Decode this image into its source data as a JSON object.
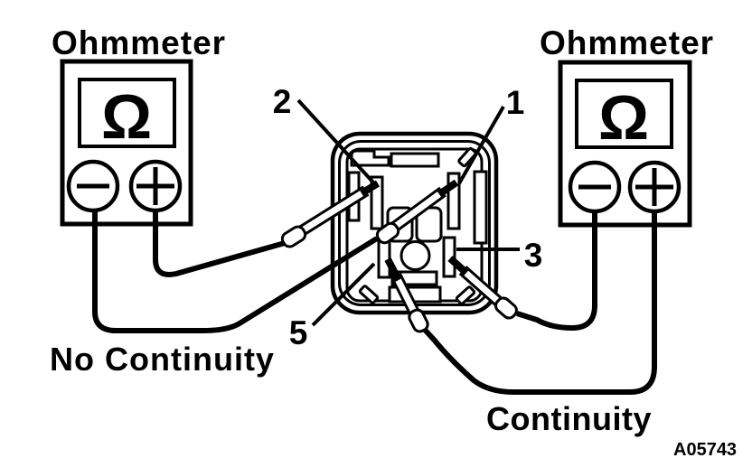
{
  "figure": {
    "code": "A05743",
    "type": "connector-continuity-test-diagram"
  },
  "meters": {
    "left": {
      "title": "Ohmmeter",
      "display_symbol": "Ω",
      "negative_terminal_label": "−",
      "positive_terminal_label": "+",
      "result": "No Continuity"
    },
    "right": {
      "title": "Ohmmeter",
      "display_symbol": "Ω",
      "negative_terminal_label": "−",
      "positive_terminal_label": "+",
      "result": "Continuity"
    }
  },
  "connector": {
    "terminal_labels": {
      "t1": "1",
      "t2": "2",
      "t3": "3",
      "t5": "5"
    }
  },
  "colors": {
    "ink": "#000000",
    "paper": "#ffffff"
  }
}
